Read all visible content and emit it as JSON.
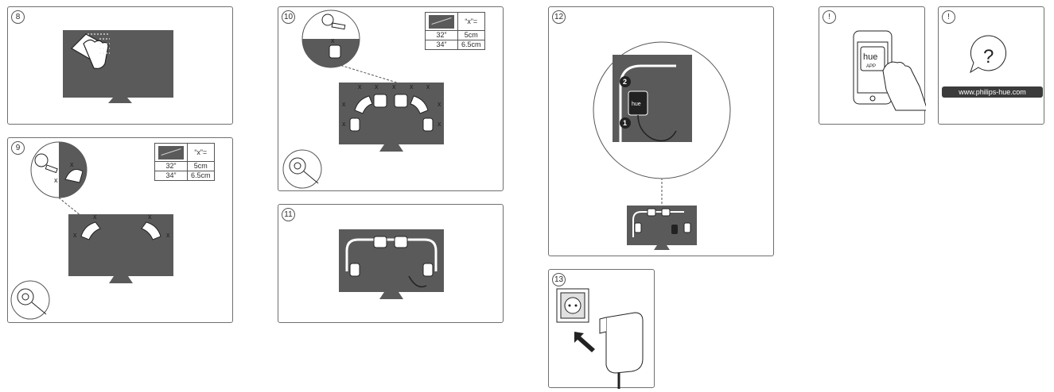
{
  "steps": {
    "s8": "8",
    "s9": "9",
    "s10": "10",
    "s11": "11",
    "s12": "12",
    "s13": "13",
    "note1": "!",
    "note2": "!"
  },
  "measure_table": {
    "header": "“x”=",
    "rows": [
      {
        "size": "32”",
        "x": "5cm"
      },
      {
        "size": "34”",
        "x": "6.5cm"
      }
    ]
  },
  "labels": {
    "x_marker": "x",
    "hue_brand": "hue",
    "hue_app": "APP",
    "question": "?",
    "callout_1": "1",
    "callout_2": "2"
  },
  "support_url": "www.philips-hue.com"
}
